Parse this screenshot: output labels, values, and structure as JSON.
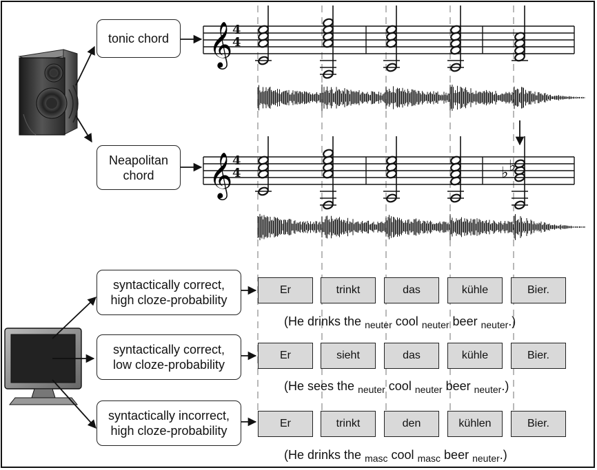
{
  "audio": {
    "tonic_label": "tonic chord",
    "neapolitan_label_line1": "Neapolitan",
    "neapolitan_label_line2": "chord",
    "time_signature": [
      "4",
      "4"
    ]
  },
  "sentences": [
    {
      "label_line1": "syntactically correct,",
      "label_line2": "high cloze-probability",
      "words": [
        "Er",
        "trinkt",
        "das",
        "kühle",
        "Bier."
      ],
      "translation": {
        "t1": "(He drinks the",
        "s1": "neuter",
        "t2": "cool",
        "s2": "neuter",
        "t3": "beer",
        "s3": "neuter",
        "t4": ".)"
      }
    },
    {
      "label_line1": "syntactically correct,",
      "label_line2": "low cloze-probability",
      "words": [
        "Er",
        "sieht",
        "das",
        "kühle",
        "Bier."
      ],
      "translation": {
        "t1": "(He sees the",
        "s1": "neuter",
        "t2": "cool",
        "s2": "neuter",
        "t3": "beer",
        "s3": "neuter",
        "t4": ".)"
      }
    },
    {
      "label_line1": "syntactically incorrect,",
      "label_line2": "high cloze-probability",
      "words": [
        "Er",
        "trinkt",
        "den",
        "kühlen",
        "Bier."
      ],
      "translation": {
        "t1": "(He drinks the",
        "s1": "masc",
        "t2": "cool",
        "s2": "masc",
        "t3": "beer",
        "s3": "neuter",
        "t4": ".)"
      }
    }
  ]
}
